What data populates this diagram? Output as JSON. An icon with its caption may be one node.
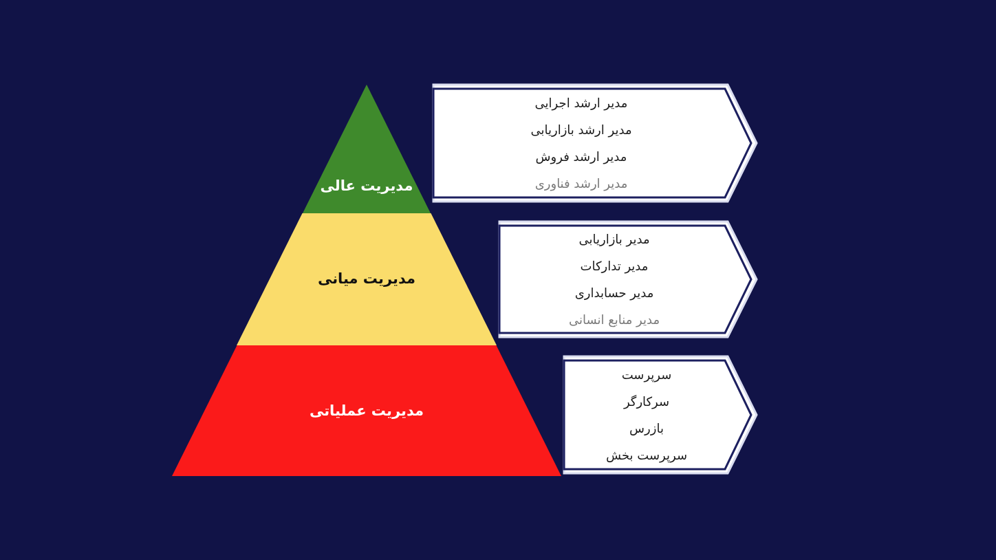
{
  "diagram": {
    "nodes": [
      {
        "text": [
          "مدیریت عالی"
        ]
      },
      {
        "text": [
          "مدیر ارشد اجرایی",
          "مدیر ارشد بازاریابی",
          "مدیر ارشد فروش",
          "مدیر ارشد فناوری"
        ]
      },
      {
        "text": [
          "مدیریت میانی"
        ]
      },
      {
        "text": [
          "مدیر بازاریابی",
          "مدیر تدارکات",
          "مدیر حسابداری",
          "مدیر منابع انسانی"
        ]
      },
      {
        "text": [
          "مدیریت عملیاتی"
        ]
      },
      {
        "text": [
          "سرپرست",
          "سرکارگر",
          "بازرس",
          "سرپرست بخش"
        ]
      }
    ]
  }
}
